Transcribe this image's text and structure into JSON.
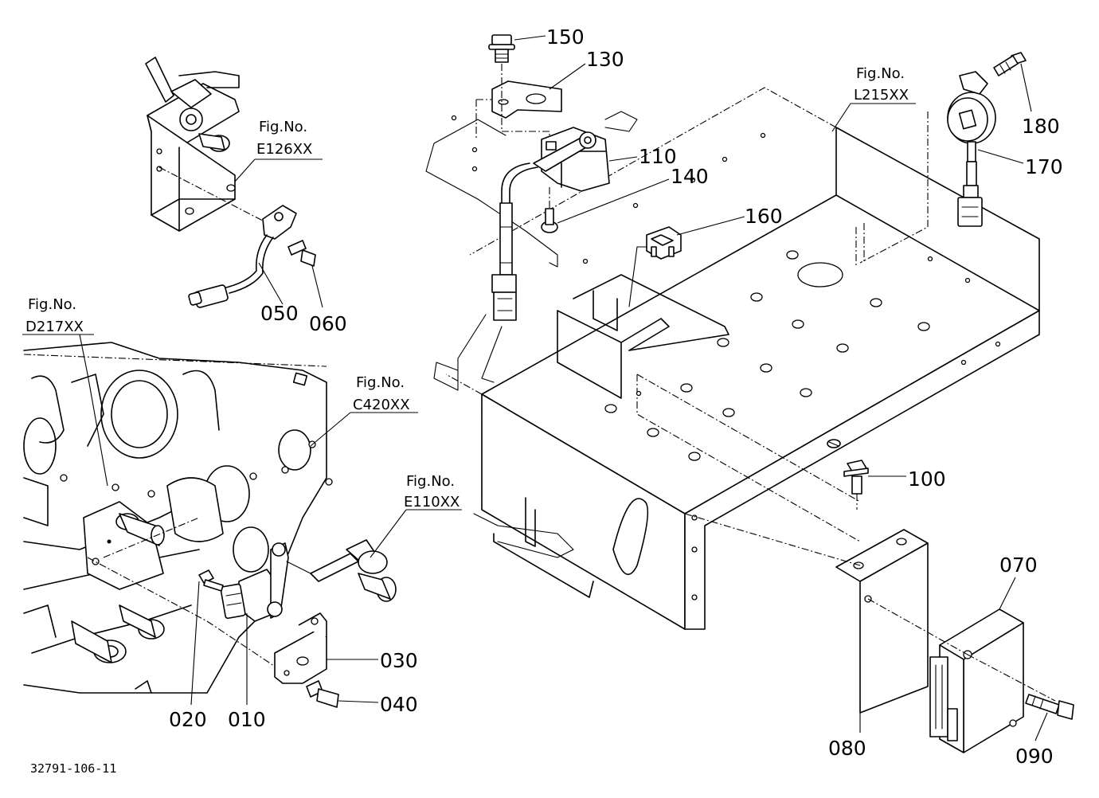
{
  "diagram": {
    "part_labels": [
      "150",
      "130",
      "110",
      "140",
      "160",
      "180",
      "170",
      "100",
      "070",
      "080",
      "090",
      "050",
      "060",
      "030",
      "040",
      "020",
      "010"
    ],
    "fig_refs": [
      {
        "caption": "Fig.No.",
        "code": "E126XX"
      },
      {
        "caption": "Fig.No.",
        "code": "D217XX"
      },
      {
        "caption": "Fig.No.",
        "code": "C420XX"
      },
      {
        "caption": "Fig.No.",
        "code": "E110XX"
      },
      {
        "caption": "Fig.No.",
        "code": "L215XX"
      }
    ],
    "drawing_number": "32791-106-11"
  }
}
